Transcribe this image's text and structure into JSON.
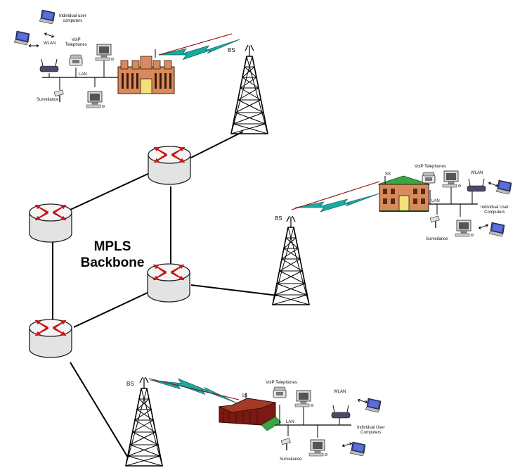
{
  "backbone": {
    "line1": "MPLS",
    "line2": "Backbone"
  },
  "labels": {
    "bs": "BS",
    "ss": "SS",
    "lan": "LAN",
    "wlan": "WLAN",
    "voip_line1": "VoIP",
    "voip_line2": "Telephones",
    "voip_single": "VoIP Telephones",
    "surveillance": "Surveilance",
    "user_computers_top_1": "Individual user",
    "user_computers_top_2": "computers",
    "user_computers_right_1": "Individual User",
    "user_computers_right_2": "Computers",
    "user_computers_bottom_1": "Individual User",
    "user_computers_bottom_2": "Computers"
  },
  "colors": {
    "router_body": "#e9e9e9",
    "router_arrows": "#e01010",
    "wireless_bolt": "#19a9a0",
    "building_brick": "#d98a5c",
    "building_green": "#3aa646",
    "building_dark": "#7a1a12"
  }
}
